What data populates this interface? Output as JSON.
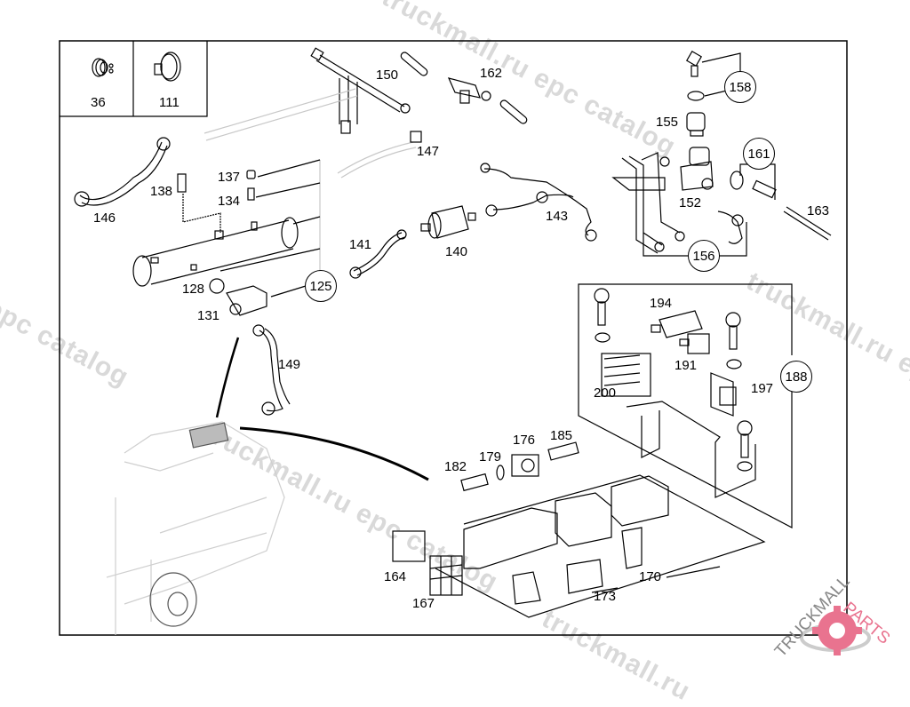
{
  "diagram": {
    "title": "Truck parts exploded view",
    "inset_parts": [
      {
        "id": "36",
        "label": "36",
        "icon": "hose-clamp-spring-icon"
      },
      {
        "id": "111",
        "label": "111",
        "icon": "hose-clamp-band-icon"
      }
    ],
    "callouts": [
      {
        "id": "150",
        "label": "150",
        "circled": false
      },
      {
        "id": "162",
        "label": "162",
        "circled": false
      },
      {
        "id": "158",
        "label": "158",
        "circled": true
      },
      {
        "id": "155",
        "label": "155",
        "circled": false
      },
      {
        "id": "161",
        "label": "161",
        "circled": true
      },
      {
        "id": "147",
        "label": "147",
        "circled": false
      },
      {
        "id": "137",
        "label": "137",
        "circled": false
      },
      {
        "id": "138",
        "label": "138",
        "circled": false
      },
      {
        "id": "134",
        "label": "134",
        "circled": false
      },
      {
        "id": "146",
        "label": "146",
        "circled": false
      },
      {
        "id": "152",
        "label": "152",
        "circled": false
      },
      {
        "id": "163",
        "label": "163",
        "circled": false
      },
      {
        "id": "143",
        "label": "143",
        "circled": false
      },
      {
        "id": "141",
        "label": "141",
        "circled": false
      },
      {
        "id": "140",
        "label": "140",
        "circled": false
      },
      {
        "id": "156",
        "label": "156",
        "circled": true
      },
      {
        "id": "125",
        "label": "125",
        "circled": true
      },
      {
        "id": "128",
        "label": "128",
        "circled": false
      },
      {
        "id": "131",
        "label": "131",
        "circled": false
      },
      {
        "id": "194",
        "label": "194",
        "circled": false
      },
      {
        "id": "149",
        "label": "149",
        "circled": false
      },
      {
        "id": "191",
        "label": "191",
        "circled": false
      },
      {
        "id": "188",
        "label": "188",
        "circled": true
      },
      {
        "id": "200",
        "label": "200",
        "circled": false
      },
      {
        "id": "197",
        "label": "197",
        "circled": false
      },
      {
        "id": "176",
        "label": "176",
        "circled": false
      },
      {
        "id": "185",
        "label": "185",
        "circled": false
      },
      {
        "id": "182",
        "label": "182",
        "circled": false
      },
      {
        "id": "179",
        "label": "179",
        "circled": false
      },
      {
        "id": "164",
        "label": "164",
        "circled": false
      },
      {
        "id": "170",
        "label": "170",
        "circled": false
      },
      {
        "id": "173",
        "label": "173",
        "circled": false
      },
      {
        "id": "167",
        "label": "167",
        "circled": false
      }
    ]
  },
  "watermark": {
    "text_a": "truckmall.ru epc catalog",
    "text_b": "epc catalog",
    "text_c": "truckmall.ru epc catalog",
    "text_d": "truckmall.ru epc catalog",
    "text_e": "truckmall.ru",
    "color": "#d9d9d9"
  },
  "logo": {
    "text_left": "TRUCKMALL",
    "text_right": "PARTS",
    "accent": "#e9738f",
    "icon": "gear-icon"
  }
}
